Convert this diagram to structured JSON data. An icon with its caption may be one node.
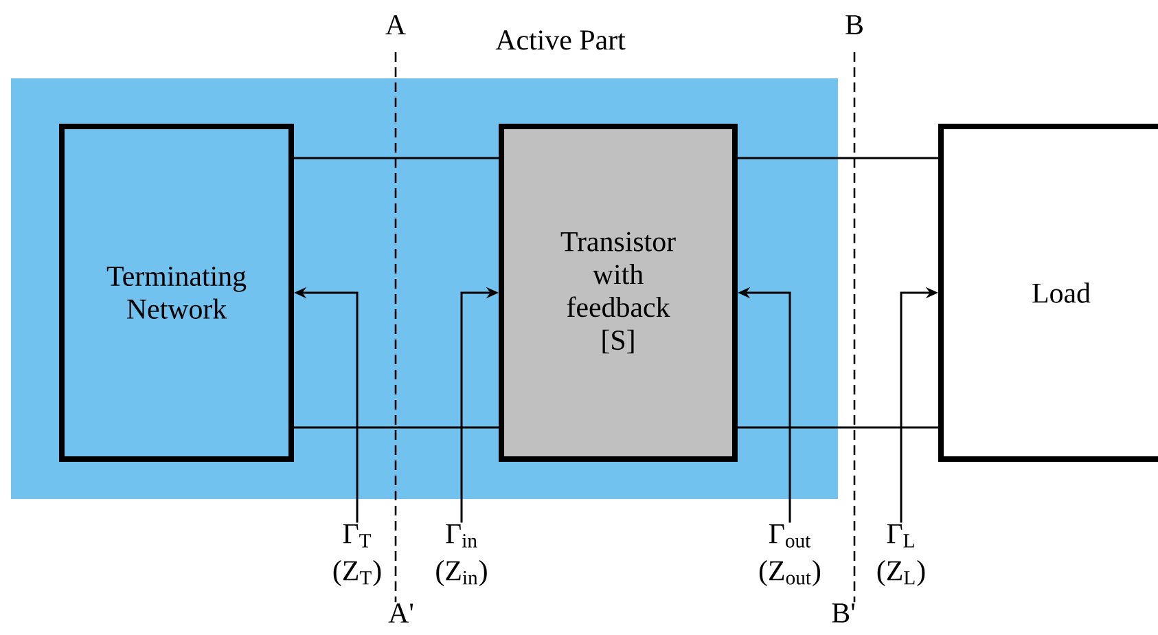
{
  "diagram": {
    "nodes": [
      {
        "text": [
          "Active Part"
        ]
      },
      {
        "text": [
          "Terminating Network"
        ],
        "in": 0
      },
      {
        "text": [
          "Transistor with feedback [S]"
        ],
        "in": 0
      },
      {
        "text": [
          "Load"
        ]
      },
      {
        "text": [
          "Γ$_{T}$",
          "(Z$_{T}$)"
        ]
      },
      {
        "text": [
          "Γ$_{in}$",
          "(Z$_{in}$)"
        ]
      },
      {
        "text": [
          "Γ$_{out}$",
          "(Z$_{out}$)"
        ]
      },
      {
        "text": [
          "Γ$_{L}$",
          "(Z$_{L}$)"
        ]
      }
    ],
    "edges": [
      {
        "from": 1,
        "to": 2,
        "arrow": "none"
      },
      {
        "from": 1,
        "to": 2,
        "arrow": "none"
      },
      {
        "from": 2,
        "to": 3,
        "arrow": "none"
      },
      {
        "from": 2,
        "to": 3,
        "arrow": "none"
      },
      {
        "from": 4,
        "to": 1,
        "arrow": "to"
      },
      {
        "from": 5,
        "to": 2,
        "arrow": "to"
      },
      {
        "from": 6,
        "to": 2,
        "arrow": "to"
      },
      {
        "from": 7,
        "to": 3,
        "arrow": "to"
      }
    ],
    "labels": [
      "A",
      "B",
      "A'",
      "B'"
    ]
  }
}
